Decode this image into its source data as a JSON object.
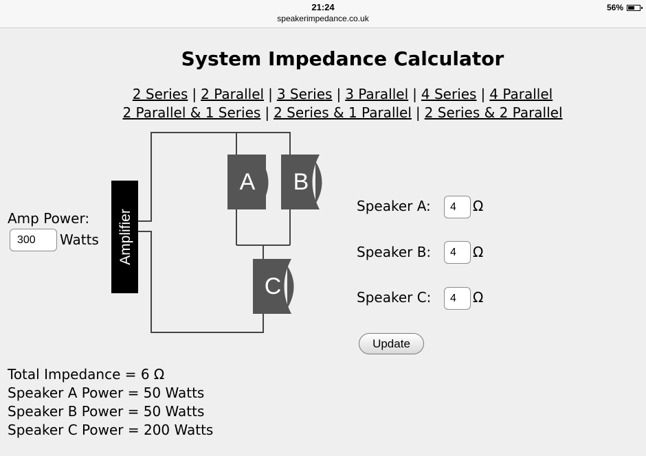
{
  "status_bar": {
    "time": "21:24",
    "url": "speakerimpedance.co.uk",
    "battery": "56%",
    "battery_level": 0.56
  },
  "title": "System Impedance Calculator",
  "nav": {
    "row1": [
      "2 Series",
      "2 Parallel",
      "3 Series",
      "3 Parallel",
      "4 Series",
      "4 Parallel"
    ],
    "row2": [
      "2 Parallel & 1 Series",
      "2 Series & 1 Parallel",
      "2 Series & 2 Parallel"
    ],
    "separator": "|"
  },
  "diagram": {
    "amplifier_label": "Amplifier",
    "speakers": [
      "A",
      "B",
      "C"
    ]
  },
  "amp": {
    "label": "Amp Power:",
    "value": "300",
    "units": "Watts"
  },
  "speakers": [
    {
      "label": "Speaker A:",
      "value": "4",
      "unit": "Ω"
    },
    {
      "label": "Speaker B:",
      "value": "4",
      "unit": "Ω"
    },
    {
      "label": "Speaker C:",
      "value": "4",
      "unit": "Ω"
    }
  ],
  "update_label": "Update",
  "results": [
    "Total Impedance = 6 Ω",
    "Speaker A Power = 50 Watts",
    "Speaker B Power = 50 Watts",
    "Speaker C Power = 200 Watts"
  ]
}
